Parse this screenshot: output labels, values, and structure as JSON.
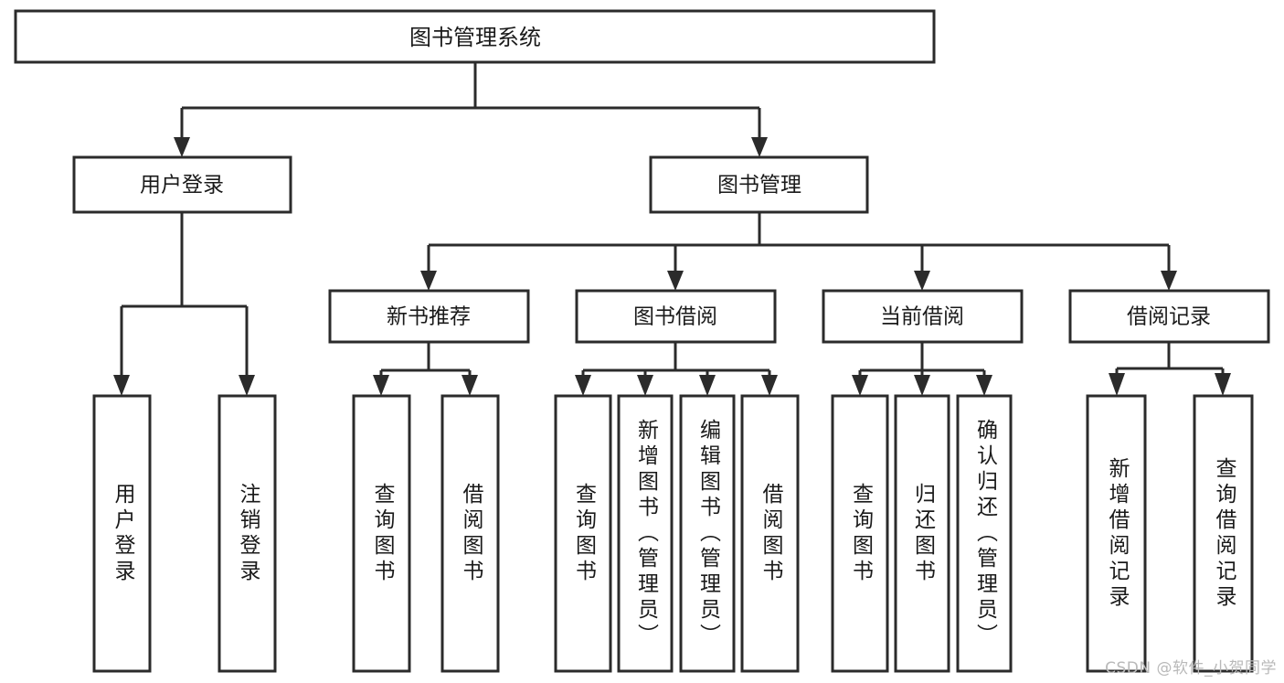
{
  "diagram": {
    "title": "图书管理系统",
    "type": "tree-hierarchy",
    "watermark": "CSDN @软件_小贺同学",
    "colors": {
      "background": "#ffffff",
      "box_stroke": "#2b2b2b",
      "box_fill": "#ffffff",
      "text": "#1a1a1a",
      "connector": "#2b2b2b",
      "watermark": "#b9b9b9"
    },
    "root": {
      "label": "图书管理系统"
    },
    "level2": [
      {
        "label": "用户登录"
      },
      {
        "label": "图书管理"
      }
    ],
    "level3": [
      {
        "label": "新书推荐"
      },
      {
        "label": "图书借阅"
      },
      {
        "label": "当前借阅"
      },
      {
        "label": "借阅记录"
      }
    ],
    "leaves": {
      "user_login": [
        {
          "label": "用户登录"
        },
        {
          "label": "注销登录"
        }
      ],
      "new_book_recommend": [
        {
          "label": "查询图书"
        },
        {
          "label": "借阅图书"
        }
      ],
      "book_borrow": [
        {
          "label": "查询图书"
        },
        {
          "label": "新增图书（管理员）"
        },
        {
          "label": "编辑图书（管理员）"
        },
        {
          "label": "借阅图书"
        }
      ],
      "current_borrow": [
        {
          "label": "查询图书"
        },
        {
          "label": "归还图书"
        },
        {
          "label": "确认归还（管理员）"
        }
      ],
      "borrow_record": [
        {
          "label": "新增借阅记录"
        },
        {
          "label": "查询借阅记录"
        }
      ]
    }
  }
}
